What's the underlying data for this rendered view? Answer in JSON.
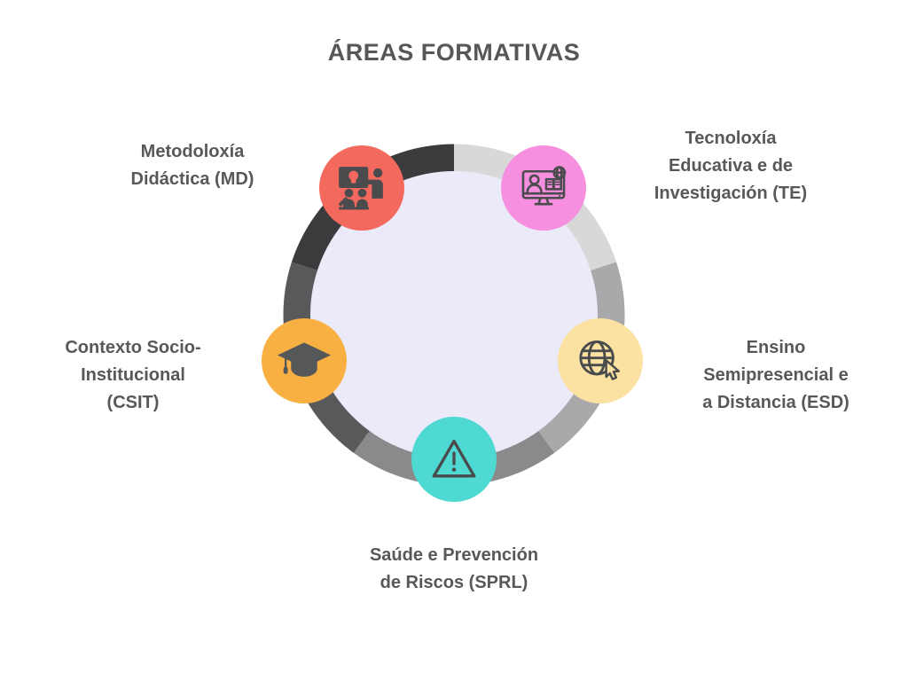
{
  "title": "ÁREAS FORMATIVAS",
  "colors": {
    "background": "#FFFFFF",
    "title_text": "#565759",
    "label_text": "#57585A",
    "icon_dark": "#4A4B4D",
    "inner_circle_fill": "#EBEAF9"
  },
  "areas": [
    {
      "id": "md",
      "name": "Metodoloxía Didáctica (MD)",
      "label_lines": [
        "Metodoloxía",
        "Didáctica (MD)"
      ],
      "circle_color": "#F4695E",
      "ring_color": "#3B3B3D",
      "icon": "presentation-training-icon"
    },
    {
      "id": "te",
      "name": "Tecnoloxía Educativa e de Investigación (TE)",
      "label_lines": [
        "Tecnoloxía",
        "Educativa e de",
        "Investigación (TE)"
      ],
      "circle_color": "#F78FE0",
      "ring_color": "#D8D8D8",
      "icon": "online-learning-icon"
    },
    {
      "id": "esd",
      "name": "Ensino Semipresencial e a Distancia (ESD)",
      "label_lines": [
        "Ensino",
        "Semipresencial e",
        "a Distancia (ESD)"
      ],
      "circle_color": "#FBE2A2",
      "ring_color": "#A9A9AB",
      "icon": "globe-cursor-icon"
    },
    {
      "id": "sprl",
      "name": "Saúde e Prevención de Riscos (SPRL)",
      "label_lines": [
        "Saúde e Prevención",
        "de Riscos (SPRL)"
      ],
      "circle_color": "#4ED9D2",
      "ring_color": "#8A8A8C",
      "icon": "warning-triangle-icon"
    },
    {
      "id": "csit",
      "name": "Contexto Socio-Institucional (CSIT)",
      "label_lines": [
        "Contexto Socio-",
        "Institucional",
        "(CSIT)"
      ],
      "circle_color": "#F9B042",
      "ring_color": "#58595B",
      "icon": "graduation-cap-icon"
    }
  ],
  "ring": {
    "inner_fill": "#EBEAF9",
    "segments": [
      {
        "area": "te",
        "from_deg": 0,
        "to_deg": 72,
        "color": "#D8D8D8"
      },
      {
        "area": "esd",
        "from_deg": 72,
        "to_deg": 144,
        "color": "#A9A9AB"
      },
      {
        "area": "sprl",
        "from_deg": 144,
        "to_deg": 216,
        "color": "#8A8A8C"
      },
      {
        "area": "csit",
        "from_deg": 216,
        "to_deg": 288,
        "color": "#58595B"
      },
      {
        "area": "md",
        "from_deg": 288,
        "to_deg": 360,
        "color": "#3B3B3D"
      }
    ]
  }
}
